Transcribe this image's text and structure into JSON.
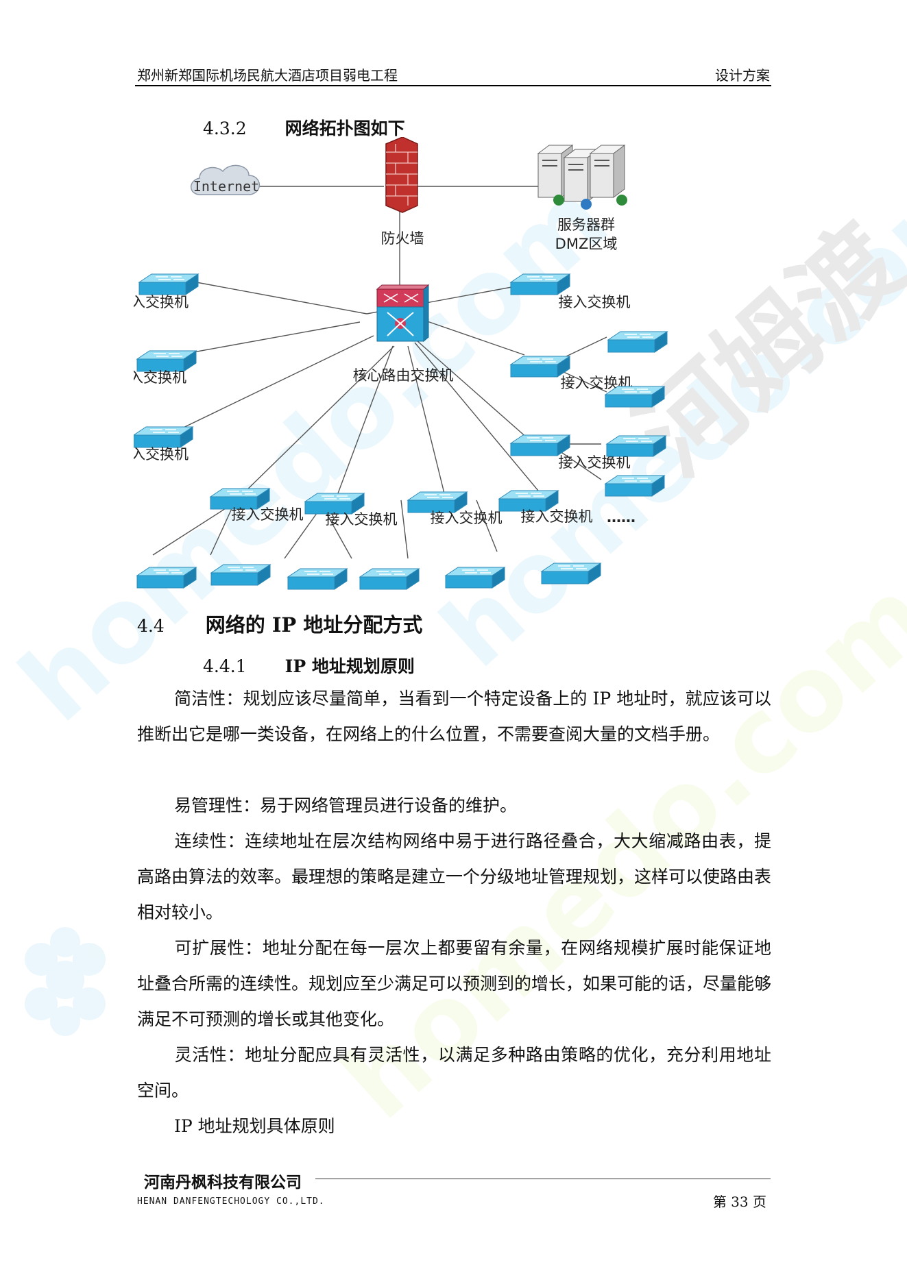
{
  "header": {
    "title": "郑州新郑国际机场民航大酒店项目弱电工程",
    "doc_type": "设计方案"
  },
  "section_4_3_2": {
    "number": "4.3.2",
    "title": "网络拓扑图如下"
  },
  "diagram": {
    "internet": "Internet",
    "firewall": "防火墙",
    "servers_line1": "服务器群",
    "servers_line2": "DMZ区域",
    "core": "核心路由交换机",
    "access": "接入交换机",
    "access_cut": "接入交换机",
    "ellipsis": "……"
  },
  "section_4_4": {
    "number": "4.4",
    "title": "网络的 IP 地址分配方式"
  },
  "section_4_4_1": {
    "number": "4.4.1",
    "title": "IP 地址规划原则"
  },
  "paragraphs": [
    "简洁性：规划应该尽量简单，当看到一个特定设备上的 IP 地址时，就应该可以推断出它是哪一类设备，在网络上的什么位置，不需要查阅大量的文档手册。",
    "易管理性：易于网络管理员进行设备的维护。",
    "连续性：连续地址在层次结构网络中易于进行路径叠合，大大缩减路由表，提高路由算法的效率。最理想的策略是建立一个分级地址管理规划，这样可以使路由表相对较小。",
    "可扩展性：地址分配在每一层次上都要留有余量，在网络规模扩展时能保证地址叠合所需的连续性。规划应至少满足可以预测到的增长，如果可能的话，尽量能够满足不可预测的增长或其他变化。",
    "灵活性：地址分配应具有灵活性，以满足多种路由策略的优化，充分利用地址空间。",
    "IP 地址规划具体原则"
  ],
  "footer": {
    "company_cn": "河南丹枫科技有限公司",
    "company_en": "HENAN DANFENGTECHOLOGY CO.,LTD.",
    "page": "第 33 页"
  },
  "watermark": {
    "text1": "homedo.com",
    "text2": "河姆渡"
  },
  "colors": {
    "switch": "#29a3d6",
    "switch_top": "#8fd6f0",
    "firewall": "#c0302c",
    "line": "#555555"
  }
}
